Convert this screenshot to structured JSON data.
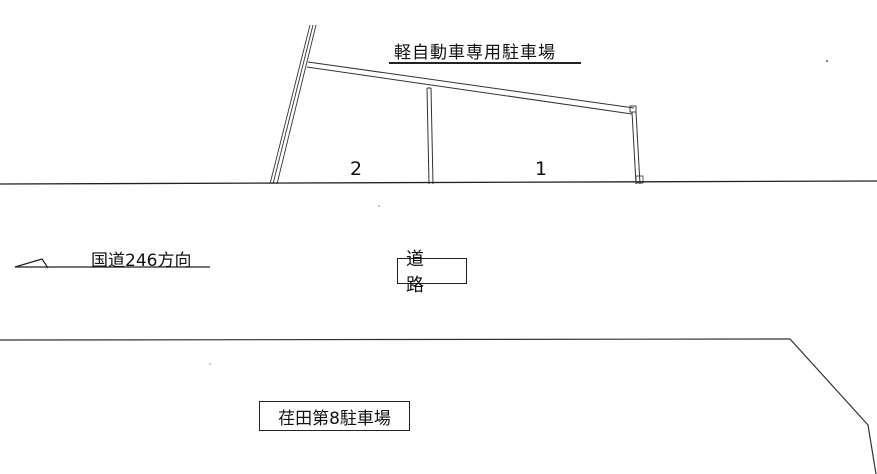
{
  "diagram": {
    "title": "軽自動車専用駐車場",
    "spaces": [
      {
        "number": "2"
      },
      {
        "number": "1"
      }
    ],
    "direction_label": "国道246方向",
    "road_label": "道　路",
    "parking_lot_label": "荏田第8駐車場"
  }
}
